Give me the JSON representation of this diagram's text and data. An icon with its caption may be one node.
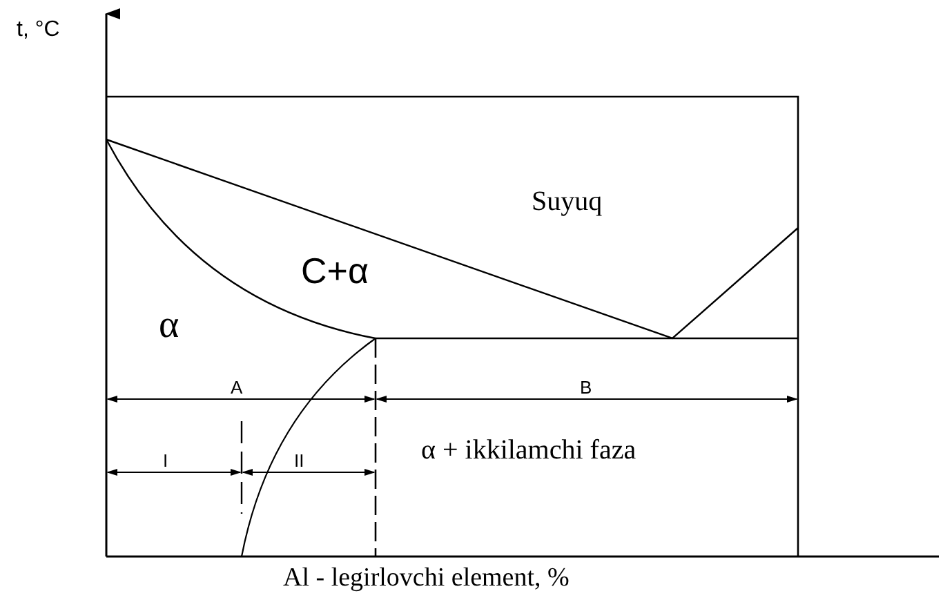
{
  "diagram": {
    "labels": [
      "t, °C",
      "Suyuq",
      "C+α",
      "α",
      "A",
      "B",
      "I",
      "II",
      "α + ikkilamchi faza",
      "Al - legirlovchi element, %"
    ]
  }
}
